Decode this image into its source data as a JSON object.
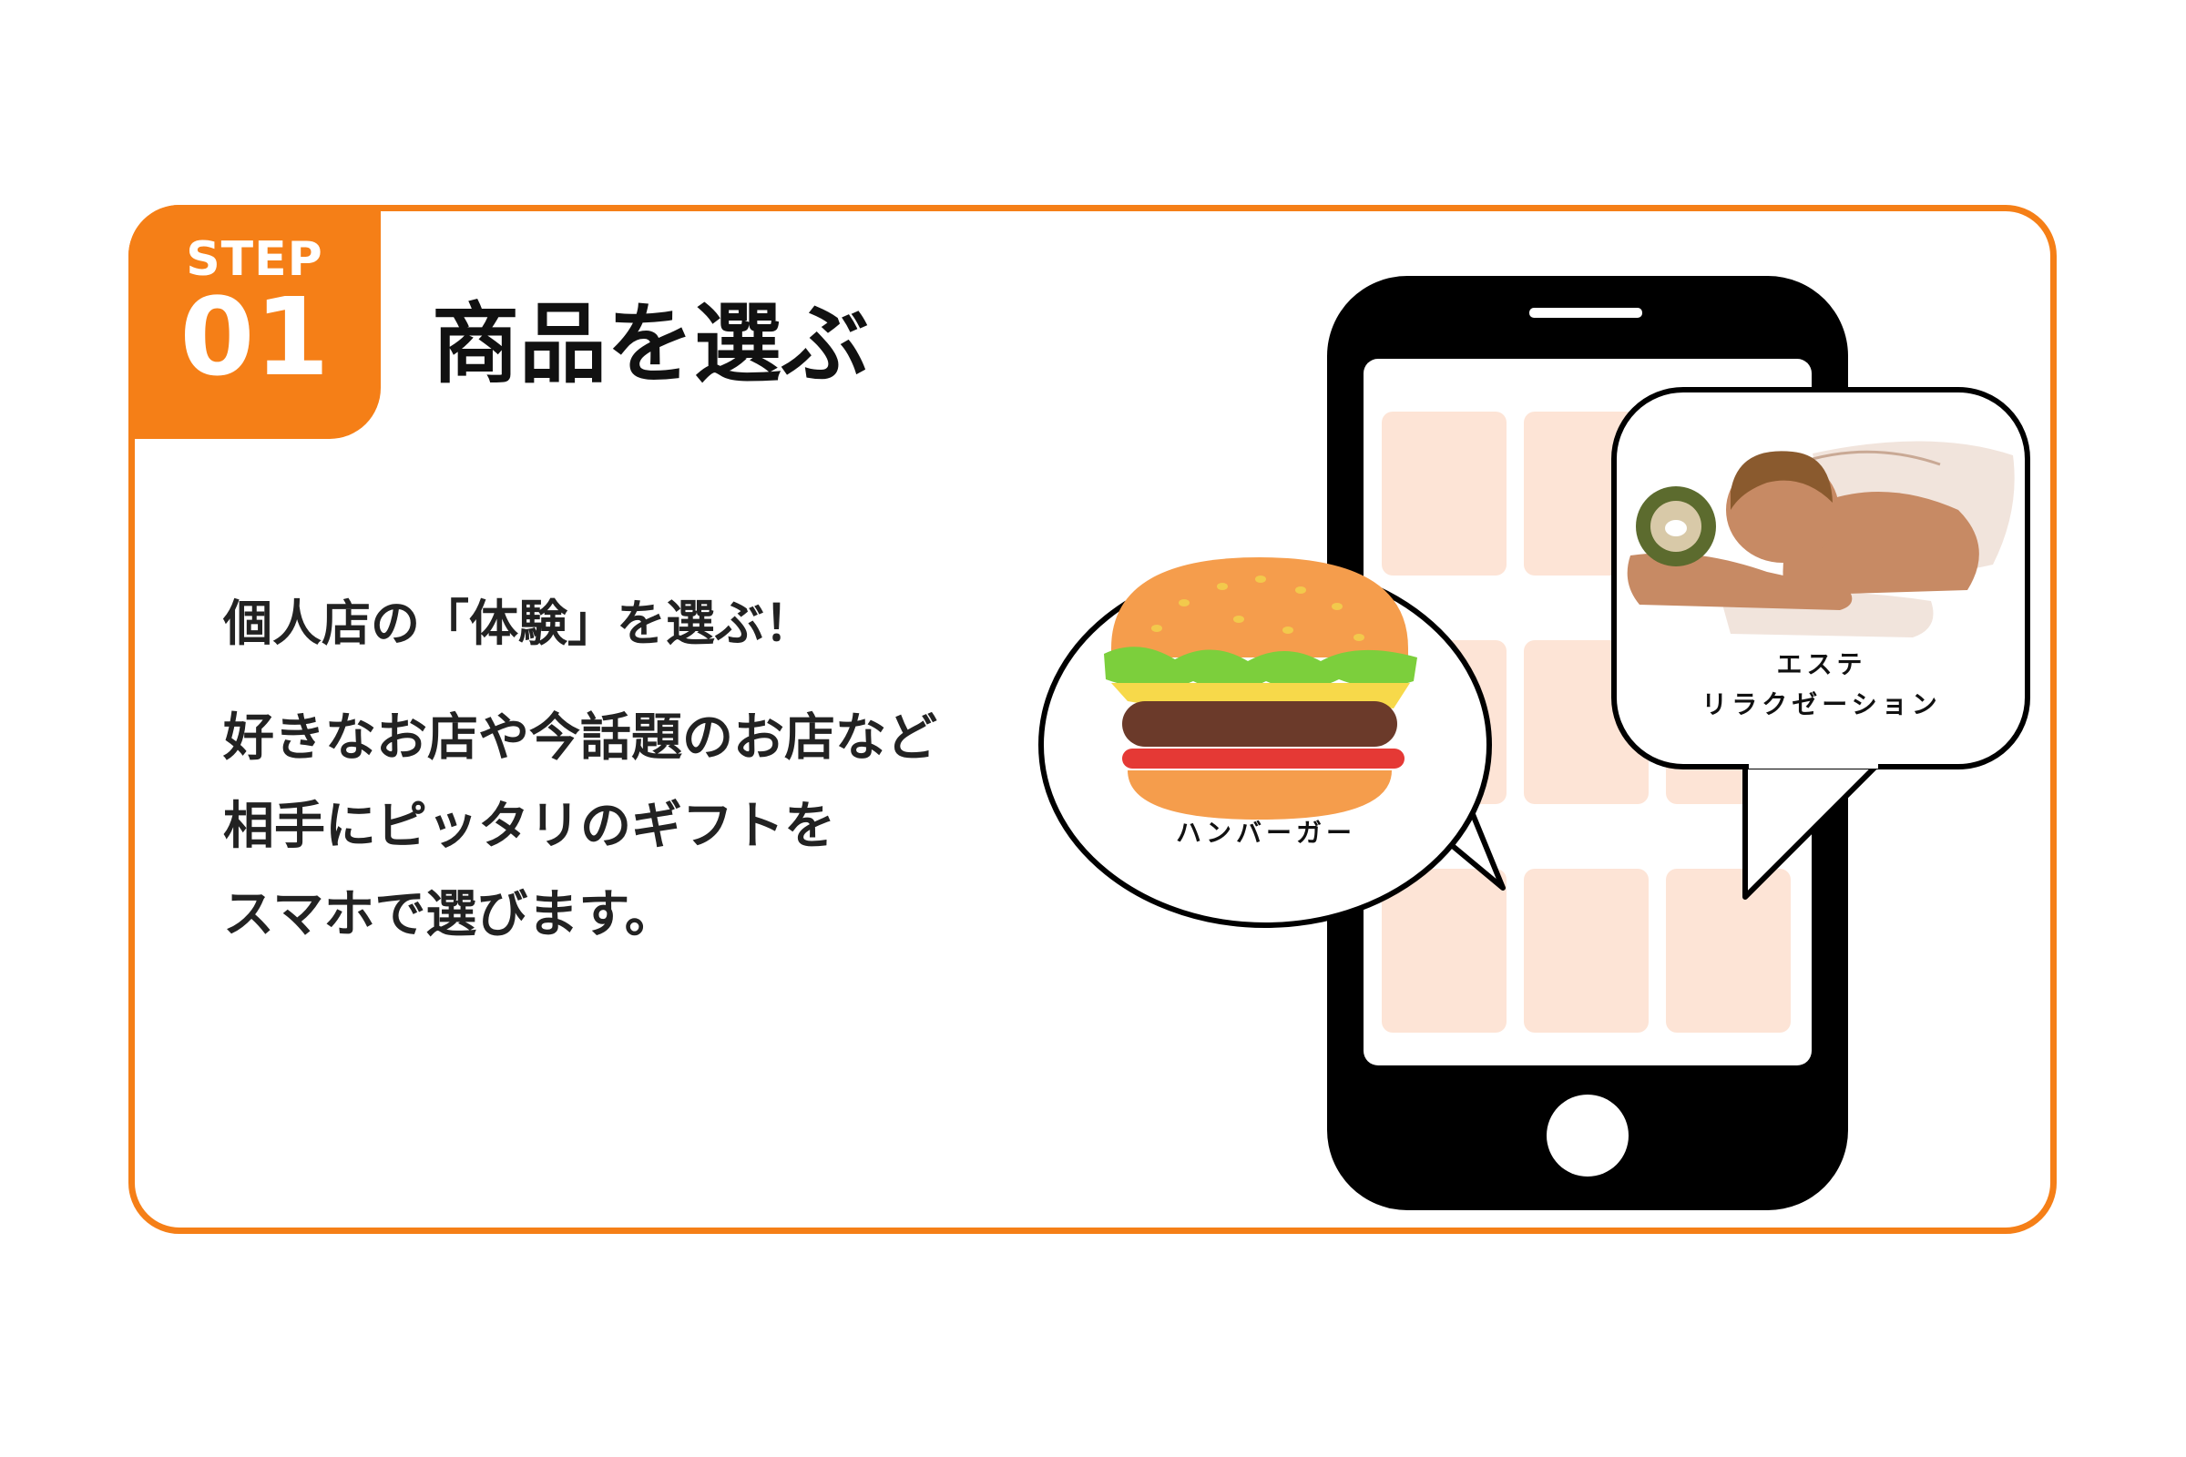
{
  "step": {
    "label": "STEP",
    "number": "01"
  },
  "title": "商品を選ぶ",
  "lead": "個人店の「体験」を選ぶ！",
  "description": [
    "好きなお店や今話題のお店など",
    "相手にピッタリのギフトを",
    "スマホで選びます。"
  ],
  "bubbles": {
    "left": {
      "label": "ハンバーガー",
      "icon": "hamburger-icon"
    },
    "right": {
      "label_line1": "エステ",
      "label_line2": "リラクゼーション",
      "icon": "spa-massage-icon"
    }
  },
  "colors": {
    "accent": "#f57f17",
    "tile": "#fde4d6",
    "phone": "#000000"
  }
}
